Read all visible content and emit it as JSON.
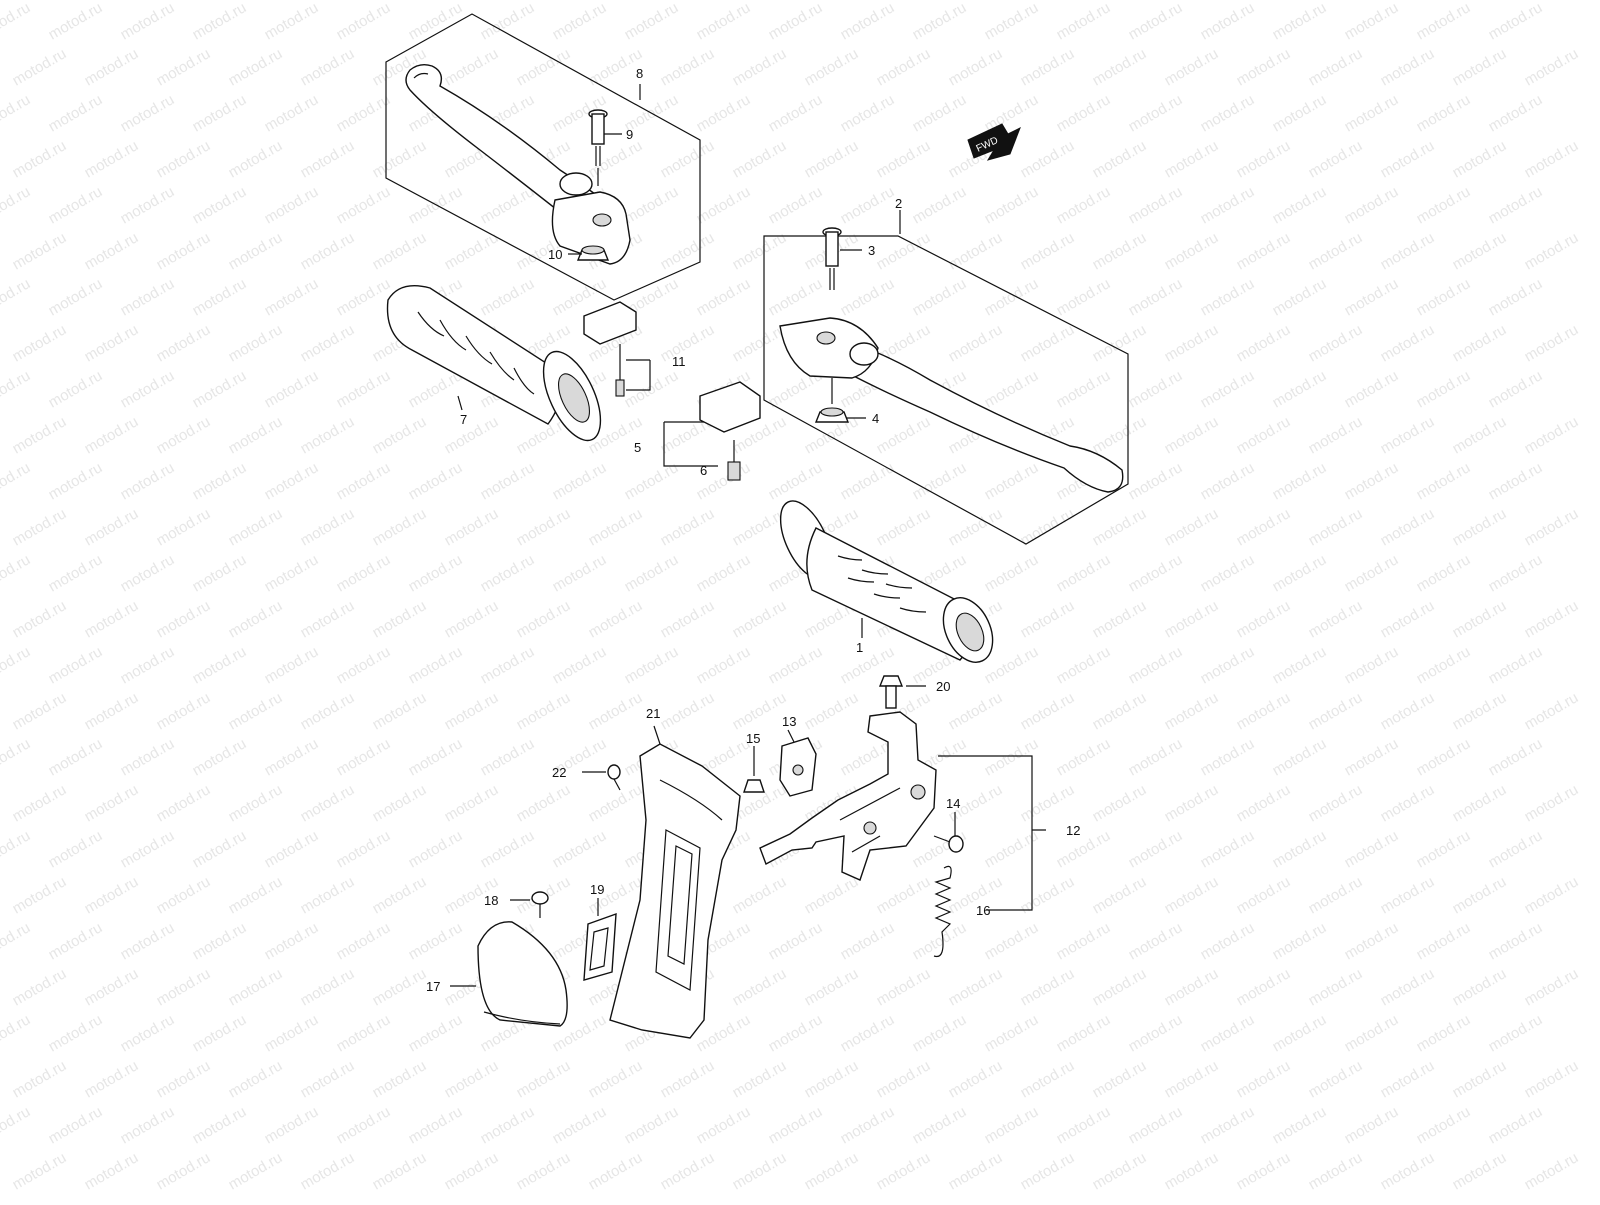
{
  "watermark": {
    "text": "motod.ru",
    "color": "#e6e6e6"
  },
  "badge": {
    "text": "FWD"
  },
  "callouts": [
    {
      "id": "c1",
      "label": "1"
    },
    {
      "id": "c2",
      "label": "2"
    },
    {
      "id": "c3",
      "label": "3"
    },
    {
      "id": "c4",
      "label": "4"
    },
    {
      "id": "c5",
      "label": "5"
    },
    {
      "id": "c6",
      "label": "6"
    },
    {
      "id": "c7",
      "label": "7"
    },
    {
      "id": "c8",
      "label": "8"
    },
    {
      "id": "c9",
      "label": "9"
    },
    {
      "id": "c10",
      "label": "10"
    },
    {
      "id": "c11",
      "label": "11"
    },
    {
      "id": "c12",
      "label": "12"
    },
    {
      "id": "c13",
      "label": "13"
    },
    {
      "id": "c14",
      "label": "14"
    },
    {
      "id": "c15",
      "label": "15"
    },
    {
      "id": "c16",
      "label": "16"
    },
    {
      "id": "c17",
      "label": "17"
    },
    {
      "id": "c18",
      "label": "18"
    },
    {
      "id": "c19",
      "label": "19"
    },
    {
      "id": "c20",
      "label": "20"
    },
    {
      "id": "c21",
      "label": "21"
    },
    {
      "id": "c22",
      "label": "22"
    }
  ]
}
